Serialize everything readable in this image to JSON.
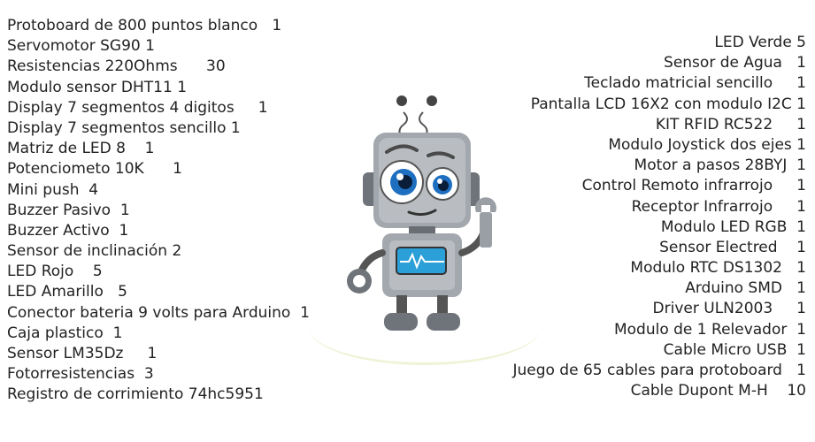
{
  "left_items": [
    "Protoboard de 800 puntos blanco   1",
    "Servomotor SG90 1",
    "Resistencias 220Ohms      30",
    "Modulo sensor DHT11 1",
    "Display 7 segmentos 4 digitos     1",
    "Display 7 segmentos sencillo 1",
    "Matriz de LED 8    1",
    "Potenciometo 10K      1",
    "Mini push  4",
    "Buzzer Pasivo  1",
    "Buzzer Activo  1",
    "Sensor de inclinación 2",
    "LED Rojo    5",
    "LED Amarillo   5",
    "Conector bateria 9 volts para Arduino  1",
    "Caja plastico  1",
    "Sensor LM35Dz     1",
    "Fotorresistencias  3",
    "Registro de corrimiento 74hc5951"
  ],
  "right_items": [
    "LED Verde 5",
    "Sensor de Agua   1",
    "Teclado matricial sencillo     1",
    "Pantalla LCD 16X2 con modulo I2C 1",
    "KIT RFID RC522     1",
    "Modulo Joystick dos ejes 1",
    "Motor a pasos 28BYJ  1",
    "Control Remoto infrarrojo     1",
    "Receptor Infrarrojo     1",
    "Modulo LED RGB  1",
    "Sensor Electred    1",
    "Modulo RTC DS1302   1",
    "Arduino SMD   1",
    "Driver ULN2003     1",
    "Modulo de 1 Relevador  1",
    "Cable Micro USB  1",
    "Juego de 65 cables para protoboard   1",
    "Cable Dupont M-H    10"
  ],
  "mascot": {
    "icon": "robot-mascot-icon",
    "body_color": "#9a9fa6",
    "eye_color": "#1e6fc0",
    "screen_color": "#2a9fd8"
  }
}
